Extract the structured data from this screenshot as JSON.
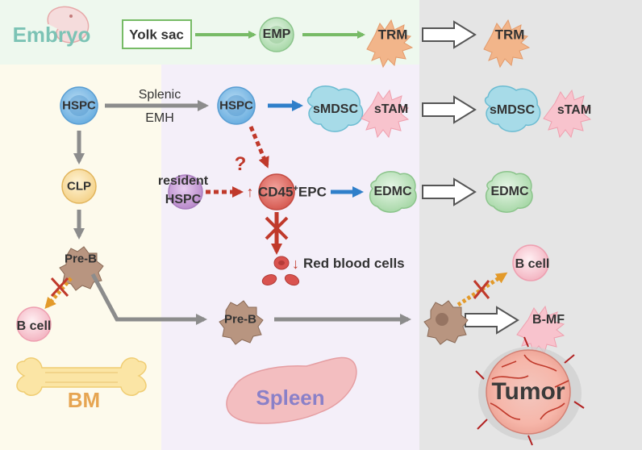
{
  "regions": {
    "embryo": "Embryo",
    "bm": "BM",
    "spleen": "Spleen",
    "tumor": "Tumor"
  },
  "embryo_row": {
    "yolk_sac": "Yolk sac",
    "emp": "EMP",
    "trm": "TRM",
    "trm_tumor": "TRM"
  },
  "hspc_row": {
    "bm_hspc": "HSPC",
    "splenic_emh": [
      "Splenic",
      "EMH"
    ],
    "spleen_hspc": "HSPC",
    "smdsc": "sMDSC",
    "stam": "sTAM",
    "smdsc_tumor": "sMDSC",
    "stam_tumor": "sTAM"
  },
  "epc_row": {
    "clp": "CLP",
    "question": "?",
    "resident_hspc": [
      "resident",
      "HSPC"
    ],
    "up_arrow": "↑",
    "cd45": "CD45",
    "cd45_sup": "+",
    "epc": "EPC",
    "edmc": "EDMC",
    "edmc_tumor": "EDMC"
  },
  "rbc_row": {
    "down_arrow": "↓",
    "red_blood_cells": "Red blood cells"
  },
  "b_lineage": {
    "bm_preb": "Pre-B",
    "bm_bcell": "B cell",
    "spleen_preb": "Pre-B",
    "tumor_bcell": "B cell",
    "bmf": "B-MF"
  },
  "colors": {
    "embryo_bg": "#eef8ee",
    "bm_bg": "#fdfaec",
    "spleen_bg": "#f4eff9",
    "tumor_bg": "#e5e5e5",
    "green_arrow": "#77bb66",
    "gray_arrow": "#8c8c8c",
    "blue_arrow": "#2f7fca",
    "red_dashed": "#c0392b",
    "orange_arrow": "#e39a2a",
    "embryo_text": "#7cc3b5",
    "bm_text": "#e6a552",
    "spleen_text": "#8a80c8"
  }
}
